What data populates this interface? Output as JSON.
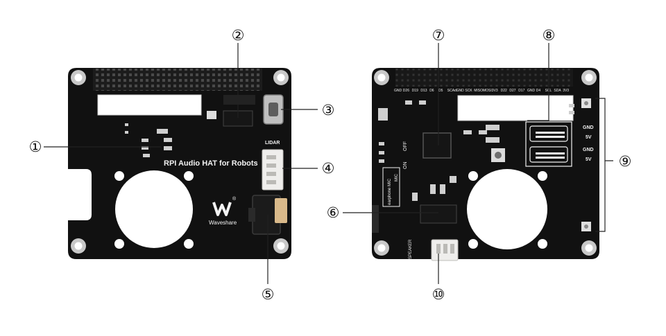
{
  "boards": {
    "front": {
      "labels": {
        "title": "RPI Audio HAT for Robots",
        "lidar": "LIDAR",
        "brand": "Waveshare",
        "registered": "®"
      }
    },
    "back": {
      "header_pins": [
        "GND",
        "D26",
        "D19",
        "D13",
        "D6",
        "D5",
        "SCAd",
        "GND",
        "SCK",
        "MISO",
        "MOSI",
        "3V3",
        "D22",
        "D27",
        "D17",
        "GND",
        "D4",
        "SCL",
        "SDA",
        "3V3"
      ],
      "labels": {
        "gnd_top": "GND",
        "v5_top": "5V",
        "gnd_bottom": "GND",
        "v5_bottom": "5V",
        "off": "OFF",
        "on": "ON",
        "mic_select": "earphone MIC",
        "mic": "MIC",
        "speaker": "SPEAKER"
      }
    }
  },
  "callouts": [
    "①",
    "②",
    "③",
    "④",
    "⑤",
    "⑥",
    "⑦",
    "⑧",
    "⑨",
    "⑩"
  ],
  "colors": {
    "pcb": "#111111",
    "silkscreen": "#f2f2f2",
    "pin_header": "#1c1c1c",
    "connector": "#efeeec",
    "chip": "#151515",
    "leader_line": "#222222"
  }
}
